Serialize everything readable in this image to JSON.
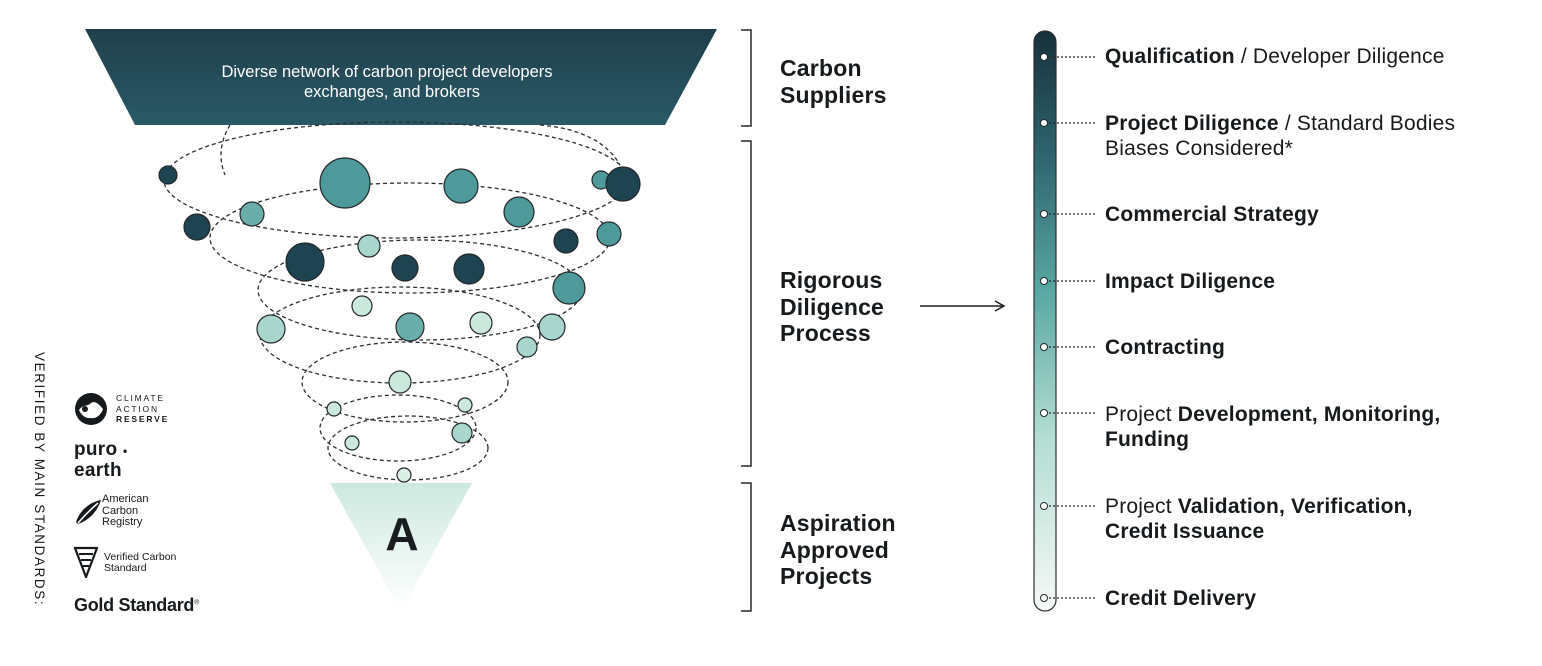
{
  "funnel": {
    "top_text_line1": "Diverse network of carbon project developers",
    "top_text_line2": "exchanges, and brokers",
    "bottom_mark": "A"
  },
  "sections": [
    {
      "lines": [
        "Carbon",
        "Suppliers"
      ]
    },
    {
      "lines": [
        "Rigorous",
        "Diligence",
        "Process"
      ]
    },
    {
      "lines": [
        "Aspiration",
        "Approved",
        "Projects"
      ]
    }
  ],
  "steps": [
    {
      "bold": "Qualification",
      "rest": " / Developer Diligence",
      "line2": ""
    },
    {
      "bold": "Project Diligence",
      "rest": " / Standard Bodies",
      "line2": "Biases Considered*"
    },
    {
      "bold": "Commercial Strategy",
      "rest": "",
      "line2": ""
    },
    {
      "bold": "Impact Diligence",
      "rest": "",
      "line2": ""
    },
    {
      "bold": "Contracting",
      "rest": "",
      "line2": ""
    },
    {
      "pre": "Project ",
      "bold": "Development, Monitoring,",
      "rest": "",
      "line2_bold": "Funding"
    },
    {
      "pre": "Project ",
      "bold": "Validation, Verification,",
      "rest": "",
      "line2_bold": "Credit Issuance"
    },
    {
      "bold": "Credit Delivery",
      "rest": "",
      "line2": ""
    }
  ],
  "verified_label": "VERIFIED BY MAIN STANDARDS:",
  "logos": {
    "car": {
      "line1": "CLIMATE",
      "line2": "ACTION",
      "line3": "RESERVE"
    },
    "puro": {
      "line1": "puro",
      "dot": "•",
      "line2": "earth"
    },
    "acr": {
      "line1": "American",
      "line2": "Carbon",
      "line3": "Registry"
    },
    "vcs": {
      "line1": "Verified Carbon",
      "line2": "Standard"
    },
    "gold": {
      "text": "Gold Standard",
      "mark": "®"
    }
  },
  "colors": {
    "dark": "#1e4451",
    "mid": "#4e9a9b",
    "light": "#a9d6cc",
    "pale": "#dcefe7",
    "text": "#161a1c"
  }
}
